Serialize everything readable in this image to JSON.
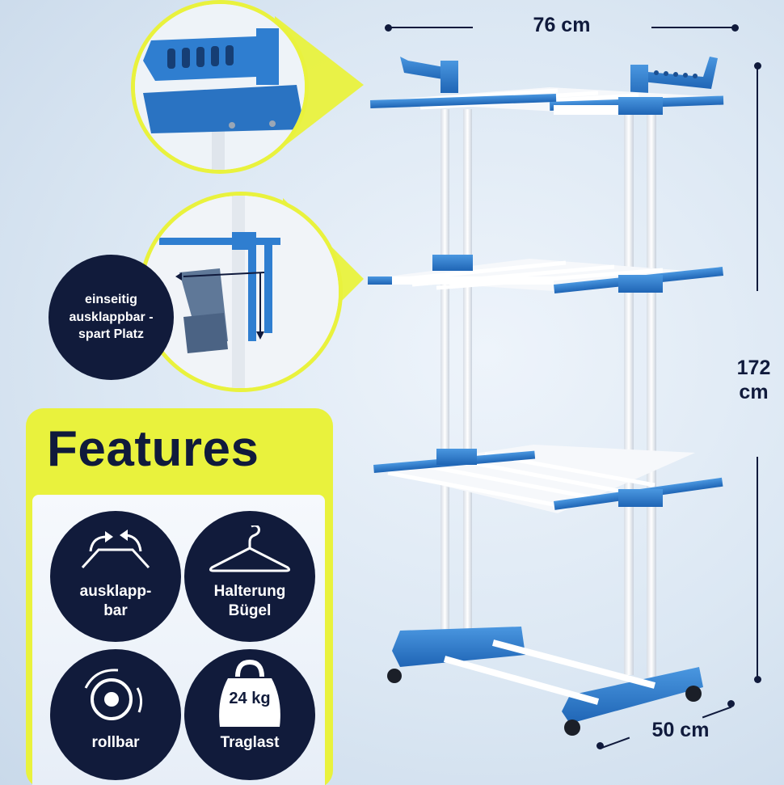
{
  "dimensions": {
    "width": "76 cm",
    "height_value": "172",
    "height_unit": "cm",
    "depth": "50 cm"
  },
  "callout": {
    "line1": "einseitig",
    "line2": "ausklappbar -",
    "line3": "spart Platz"
  },
  "features": {
    "title": "Features",
    "items": [
      {
        "line1": "ausklapp-",
        "line2": "bar",
        "icon": "fold-out-arrows-icon"
      },
      {
        "line1": "Halterung",
        "line2": "Bügel",
        "icon": "hanger-icon"
      },
      {
        "line1": "rollbar",
        "icon": "wheel-icon"
      },
      {
        "line1": "Traglast",
        "weight": "24 kg",
        "icon": "weight-icon"
      }
    ]
  },
  "colors": {
    "accent_yellow": "#e9f23d",
    "navy": "#111b3b",
    "rack_blue": "#2f7ed0",
    "rack_white": "#ffffff"
  }
}
